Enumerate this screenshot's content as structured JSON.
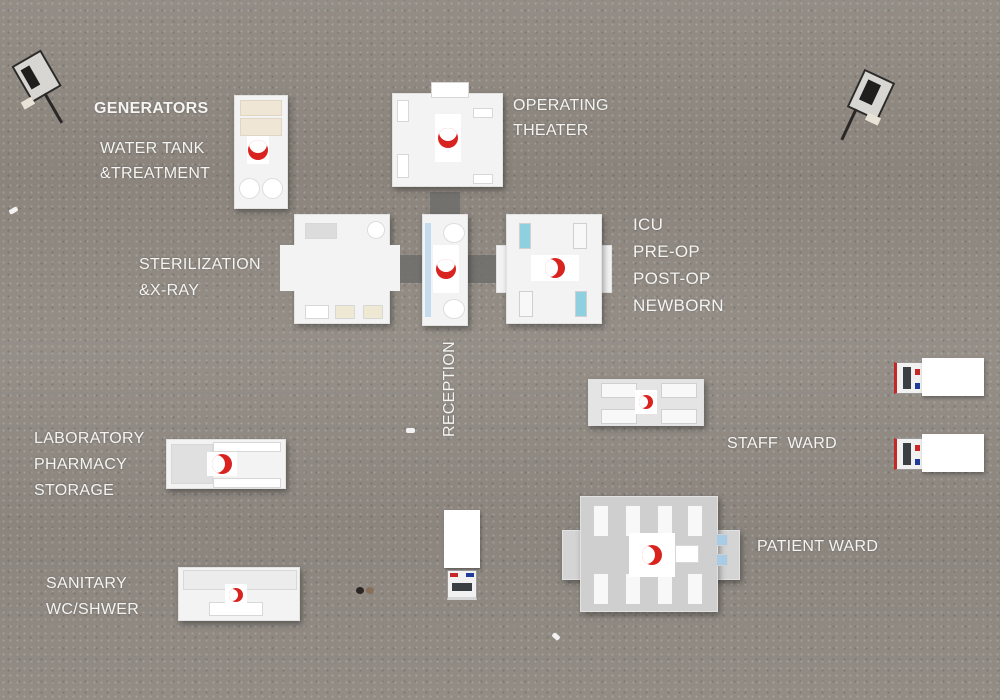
{
  "diagram": {
    "type": "field-hospital-site-layout",
    "emblem": {
      "name": "red-crescent",
      "color": "#d9231f"
    },
    "units": [
      {
        "id": "generators",
        "label_lines": [
          "GENERATORS"
        ]
      },
      {
        "id": "water",
        "label_lines": [
          "WATER TANK",
          "&TREATMENT"
        ]
      },
      {
        "id": "operating",
        "label_lines": [
          "OPERATING",
          "THEATER"
        ]
      },
      {
        "id": "sterilization",
        "label_lines": [
          "STERILIZATION",
          "&X-RAY"
        ]
      },
      {
        "id": "reception",
        "label_lines": [
          "RECEPTION"
        ]
      },
      {
        "id": "icu",
        "label_lines": [
          "ICU",
          "PRE-OP",
          "POST-OP",
          "NEWBORN"
        ]
      },
      {
        "id": "staff",
        "label_lines": [
          "STAFF  WARD"
        ]
      },
      {
        "id": "lab",
        "label_lines": [
          "LABORATORY",
          "PHARMACY",
          "STORAGE"
        ]
      },
      {
        "id": "patient",
        "label_lines": [
          "PATIENT WARD"
        ]
      },
      {
        "id": "sanitary",
        "label_lines": [
          "SANITARY",
          "WC/SHWER"
        ]
      }
    ],
    "vehicles": [
      {
        "type": "generator-trailer",
        "count": 2
      },
      {
        "type": "ambulance",
        "count": 3
      }
    ],
    "colors": {
      "ground": "#8e8880",
      "container": "#f3f3f3",
      "label_text": "#f4f4f2",
      "walkway": "#6f6d6b",
      "bed_blue": "#8fd0e0"
    }
  }
}
